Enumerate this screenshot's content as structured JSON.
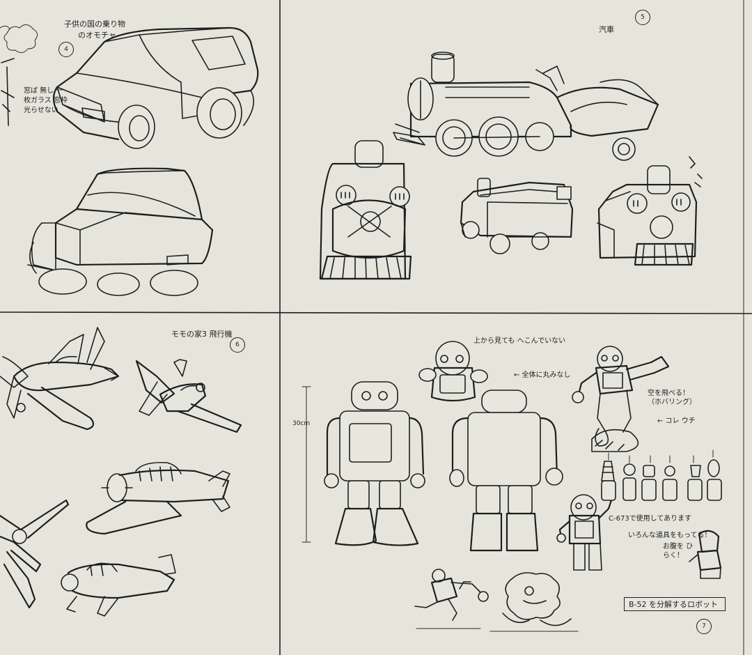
{
  "notes": {
    "car_title_line1": "子供の国の乗り物",
    "car_title_line2": "のオモチャ",
    "car_side_note": "窓ぱ 無し 一枚ガラス 窓枠 光らせない",
    "train_title": "汽車",
    "plane_title": "モモの家3 飛行機",
    "robot_top_note": "上から見ても へこんでいない",
    "robot_side_note": "← 全体に丸みなし",
    "height_label": "30cm",
    "robot_fly_note": "空を飛べる！ （ホバリング）",
    "robot_arrow_note": "← コレ ウチ",
    "robot_usage_note": "C-673で使用してあります",
    "robot_tools_note": "いろんな道具をもってる！",
    "robot_open_note": "お腹を ひらく！",
    "caption": "B-52  を分解するロボット",
    "page_car": "4",
    "page_train": "5",
    "page_plane": "6",
    "page_robot": "7"
  }
}
